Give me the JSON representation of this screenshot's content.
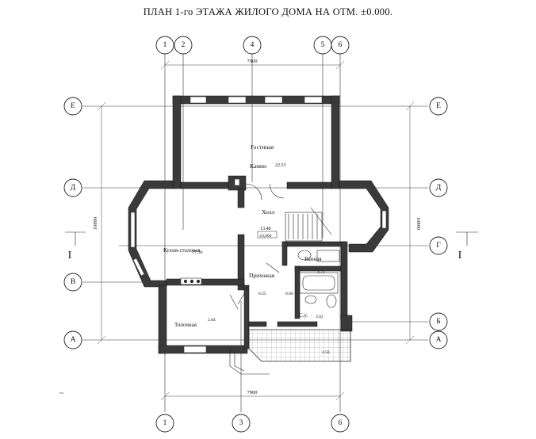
{
  "title": "ПЛАН 1-го ЭТАЖА ЖИЛОГО ДОМА НА ОТМ. ±0.000.",
  "axes": {
    "top": [
      "1",
      "2",
      "4",
      "5",
      "6"
    ],
    "bottom": [
      "1",
      "3",
      "6"
    ],
    "rows": [
      "Е",
      "Д",
      "Г",
      "В",
      "Б",
      "А"
    ]
  },
  "dimensions": {
    "overall_width_top": "7900",
    "overall_width_bottom": "7900",
    "overall_height_left": "10800",
    "overall_height_right": "10800"
  },
  "section_marks": [
    "I",
    "I"
  ],
  "rooms": [
    {
      "name": "Гостиная",
      "area": "22.53"
    },
    {
      "name": "Камин",
      "area": ""
    },
    {
      "name": "Холл",
      "area": "13.48"
    },
    {
      "name": "Кухня-столовая",
      "area": "17.56"
    },
    {
      "name": "Ванная",
      "area": "4.73"
    },
    {
      "name": "Прихожая",
      "area": "6.25"
    },
    {
      "name": "С.у.",
      "area": "3.02"
    },
    {
      "name": "Топочная",
      "area": "2.84"
    }
  ],
  "level_mark": "±0,000",
  "misc_labels": {
    "bath_area_small": "0.60",
    "terrace_area": "4.56"
  }
}
